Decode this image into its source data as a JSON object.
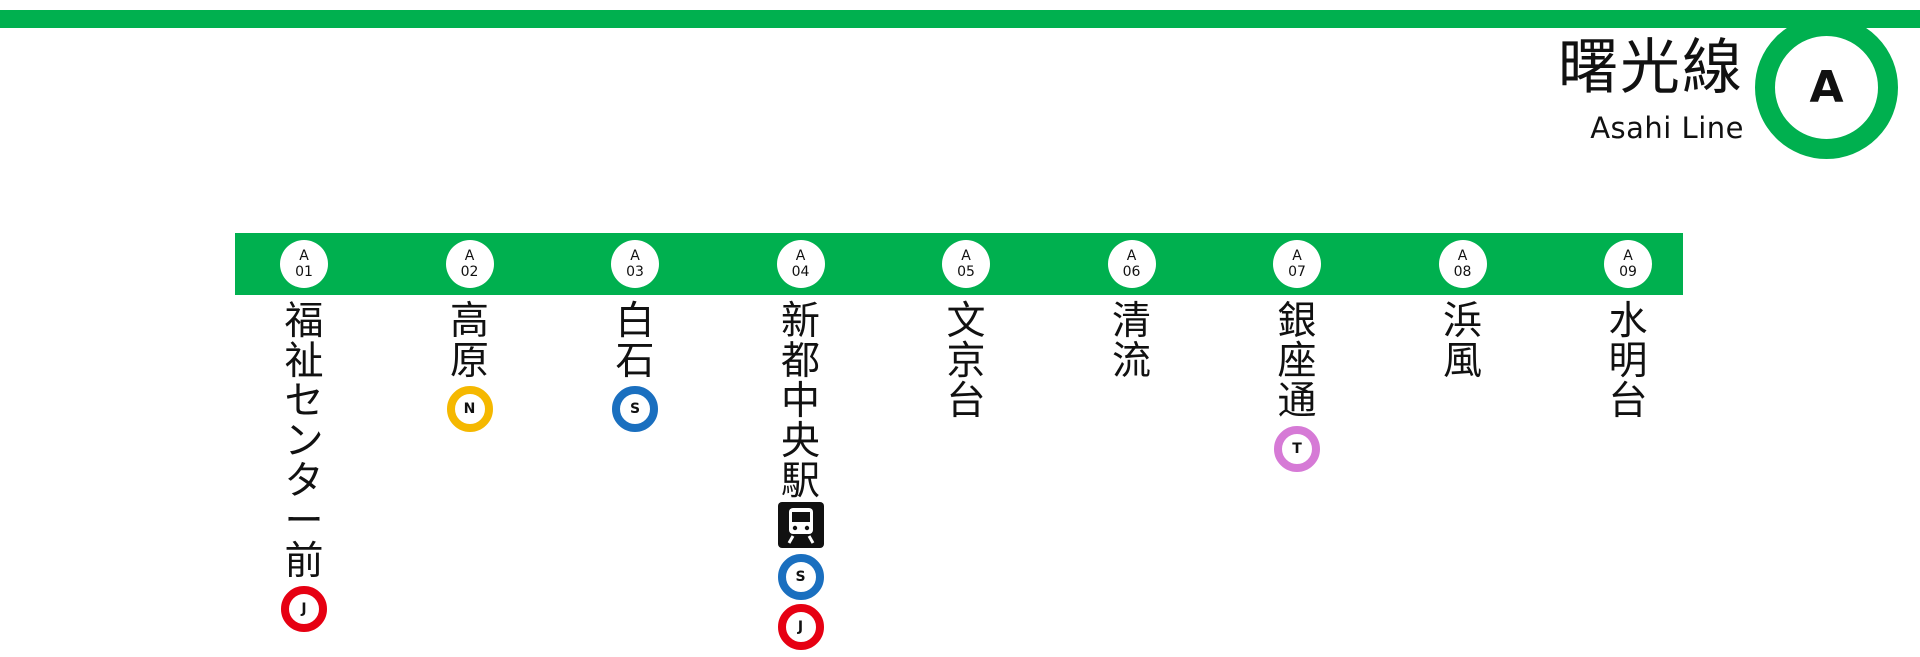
{
  "line": {
    "name_ja": "曙光線",
    "name_en": "Asahi Line",
    "code": "A",
    "color": "#00b04f"
  },
  "stations": [
    {
      "letter": "A",
      "num": "01",
      "name": "福祉センター前",
      "transfers": [
        {
          "code": "J",
          "color": "#e60012"
        }
      ],
      "train": false
    },
    {
      "letter": "A",
      "num": "02",
      "name": "高原",
      "transfers": [
        {
          "code": "N",
          "color": "#f5b800"
        }
      ],
      "train": false
    },
    {
      "letter": "A",
      "num": "03",
      "name": "白石",
      "transfers": [
        {
          "code": "S",
          "color": "#1a6fbf"
        }
      ],
      "train": false
    },
    {
      "letter": "A",
      "num": "04",
      "name": "新都中央駅",
      "transfers": [
        {
          "code": "S",
          "color": "#1a6fbf"
        },
        {
          "code": "J",
          "color": "#e60012"
        }
      ],
      "train": true
    },
    {
      "letter": "A",
      "num": "05",
      "name": "文京台",
      "transfers": [],
      "train": false
    },
    {
      "letter": "A",
      "num": "06",
      "name": "清流",
      "transfers": [],
      "train": false
    },
    {
      "letter": "A",
      "num": "07",
      "name": "銀座通",
      "transfers": [
        {
          "code": "T",
          "color": "#d67ad6"
        }
      ],
      "train": false
    },
    {
      "letter": "A",
      "num": "08",
      "name": "浜風",
      "transfers": [],
      "train": false
    },
    {
      "letter": "A",
      "num": "09",
      "name": "水明台",
      "transfers": [],
      "train": false
    }
  ]
}
